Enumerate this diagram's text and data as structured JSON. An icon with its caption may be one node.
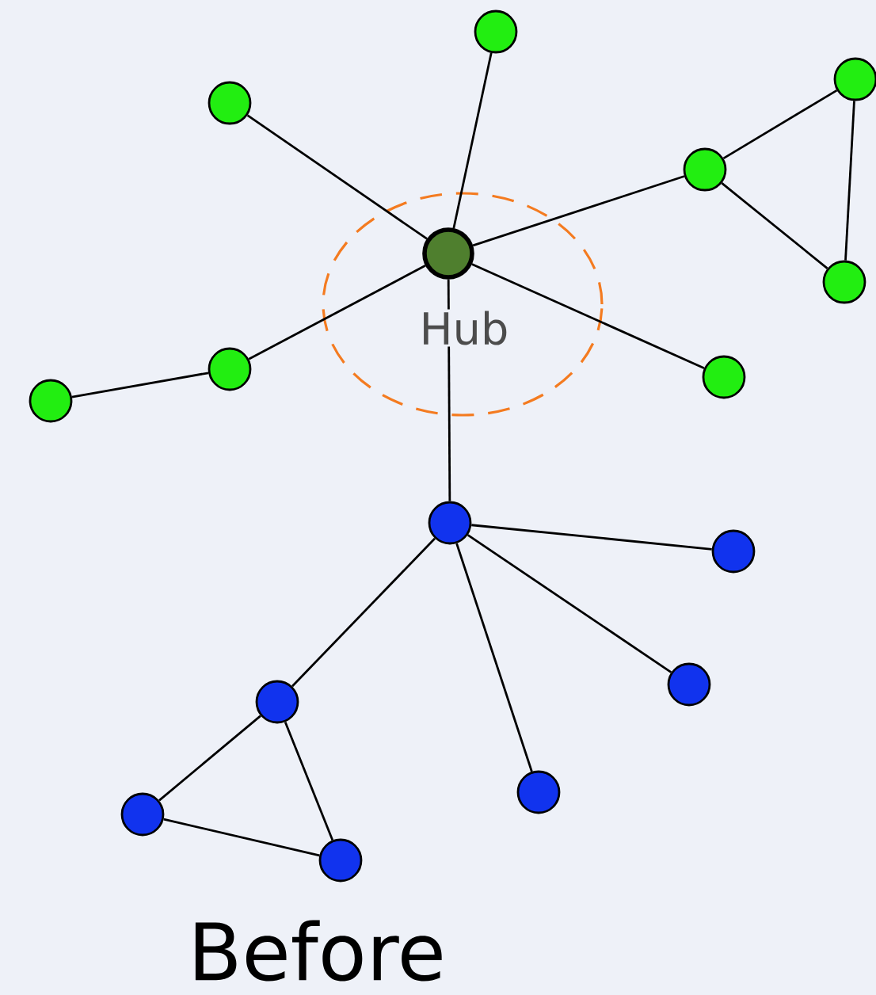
{
  "diagram": {
    "nodes": [
      {
        "text": [],
        "shape": "circle",
        "beside": [
          "Hub"
        ]
      },
      {
        "text": [],
        "shape": "circle"
      },
      {
        "text": [],
        "shape": "circle"
      },
      {
        "text": [],
        "shape": "circle"
      },
      {
        "text": [],
        "shape": "circle"
      },
      {
        "text": [],
        "shape": "circle"
      },
      {
        "text": [],
        "shape": "circle"
      },
      {
        "text": [],
        "shape": "circle"
      },
      {
        "text": [],
        "shape": "circle"
      },
      {
        "text": [],
        "shape": "circle"
      },
      {
        "text": [],
        "shape": "circle"
      },
      {
        "text": [],
        "shape": "circle"
      },
      {
        "text": [],
        "shape": "circle"
      },
      {
        "text": [],
        "shape": "circle"
      },
      {
        "text": [],
        "shape": "circle"
      },
      {
        "text": [],
        "shape": "circle"
      }
    ],
    "edges": [
      {
        "from": 0,
        "to": 1,
        "arrow": "none"
      },
      {
        "from": 0,
        "to": 2,
        "arrow": "none"
      },
      {
        "from": 0,
        "to": 4,
        "arrow": "none"
      },
      {
        "from": 0,
        "to": 6,
        "arrow": "none"
      },
      {
        "from": 0,
        "to": 7,
        "arrow": "none"
      },
      {
        "from": 0,
        "to": 9,
        "arrow": "none"
      },
      {
        "from": 4,
        "to": 3,
        "arrow": "none"
      },
      {
        "from": 4,
        "to": 5,
        "arrow": "none"
      },
      {
        "from": 3,
        "to": 5,
        "arrow": "none"
      },
      {
        "from": 6,
        "to": 8,
        "arrow": "none"
      },
      {
        "from": 9,
        "to": 10,
        "arrow": "none"
      },
      {
        "from": 9,
        "to": 12,
        "arrow": "none"
      },
      {
        "from": 9,
        "to": 14,
        "arrow": "none"
      },
      {
        "from": 9,
        "to": 11,
        "arrow": "none"
      },
      {
        "from": 11,
        "to": 13,
        "arrow": "none"
      },
      {
        "from": 11,
        "to": 15,
        "arrow": "none"
      },
      {
        "from": 13,
        "to": 15,
        "arrow": "none"
      }
    ],
    "labels": [
      "Before"
    ]
  }
}
